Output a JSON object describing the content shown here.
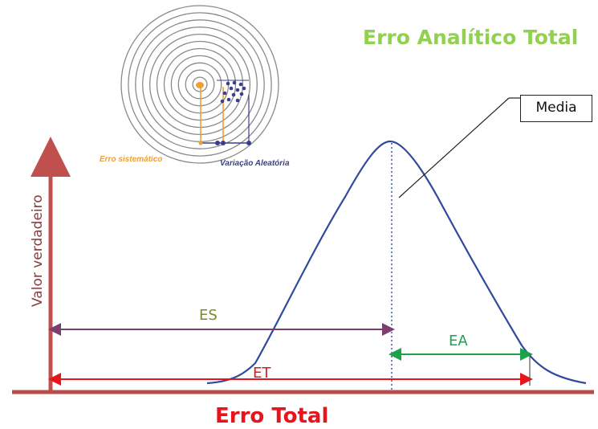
{
  "title": "Erro Analítico Total",
  "bottom_title": "Erro Total",
  "y_axis_label": "Valor verdadeiro",
  "media_label": "Media",
  "target": {
    "systematic_label": "Erro sistemático",
    "random_label": "Variação Aleatória",
    "ring_count": 11
  },
  "arrows": {
    "es": "ES",
    "ea": "EA",
    "et": "ET"
  },
  "colors": {
    "title": "#92d050",
    "bottom_title": "#e8141c",
    "axis": "#c0504d",
    "curve": "#2e4a9e",
    "es_arrow": "#7b3f6e",
    "ea_arrow": "#1aa34a",
    "et_arrow": "#e8141c",
    "systematic": "#f0a030",
    "random": "#3a3f8c"
  }
}
